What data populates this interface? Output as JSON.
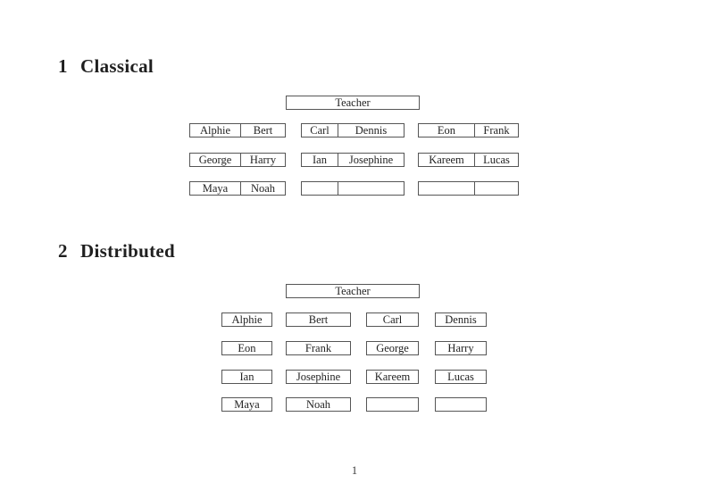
{
  "document": {
    "page_number": "1",
    "colors": {
      "background": "#ffffff",
      "text": "#232323",
      "border": "#565656"
    },
    "sections": [
      {
        "number": "1",
        "title": "Classical",
        "teacher_label": "Teacher",
        "rows": [
          [
            [
              "Alphie",
              "Bert"
            ],
            [
              "Carl",
              "Dennis"
            ],
            [
              "Eon",
              "Frank"
            ]
          ],
          [
            [
              "George",
              "Harry"
            ],
            [
              "Ian",
              "Josephine"
            ],
            [
              "Kareem",
              "Lucas"
            ]
          ],
          [
            [
              "Maya",
              "Noah"
            ],
            [
              "",
              ""
            ],
            [
              "",
              ""
            ]
          ]
        ]
      },
      {
        "number": "2",
        "title": "Distributed",
        "teacher_label": "Teacher",
        "rows": [
          [
            "Alphie",
            "Bert",
            "Carl",
            "Dennis"
          ],
          [
            "Eon",
            "Frank",
            "George",
            "Harry"
          ],
          [
            "Ian",
            "Josephine",
            "Kareem",
            "Lucas"
          ],
          [
            "Maya",
            "Noah",
            "",
            ""
          ]
        ]
      }
    ]
  }
}
